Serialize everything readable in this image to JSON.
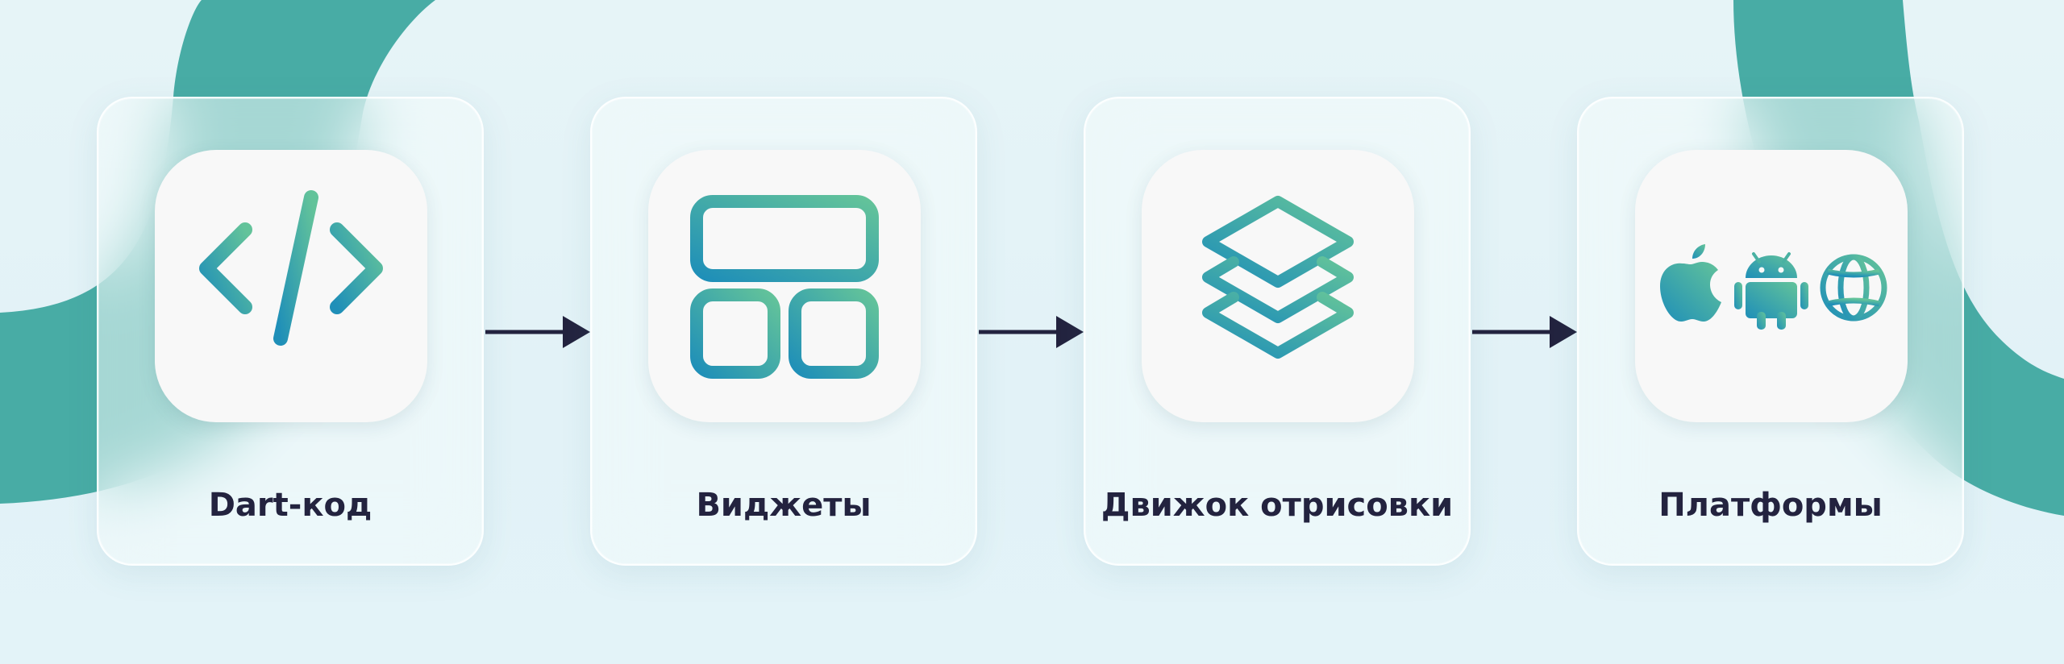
{
  "diagram": {
    "steps": [
      {
        "label": "Dart-код",
        "icon": "code-brackets-icon"
      },
      {
        "label": "Виджеты",
        "icon": "widget-grid-icon"
      },
      {
        "label": "Движок отрисовки",
        "icon": "layers-stack-icon"
      },
      {
        "label": "Платформы",
        "icons": [
          "apple-icon",
          "android-icon",
          "globe-icon"
        ]
      }
    ],
    "connectors": [
      "arrow-right",
      "arrow-right",
      "arrow-right"
    ]
  },
  "colors": {
    "background": "#e3f3f8",
    "accent_teal": "#3aa79e",
    "gradient_blue": "#1f8fb8",
    "gradient_green": "#63c39a",
    "label_text": "#23233f",
    "arrow": "#23233f"
  }
}
